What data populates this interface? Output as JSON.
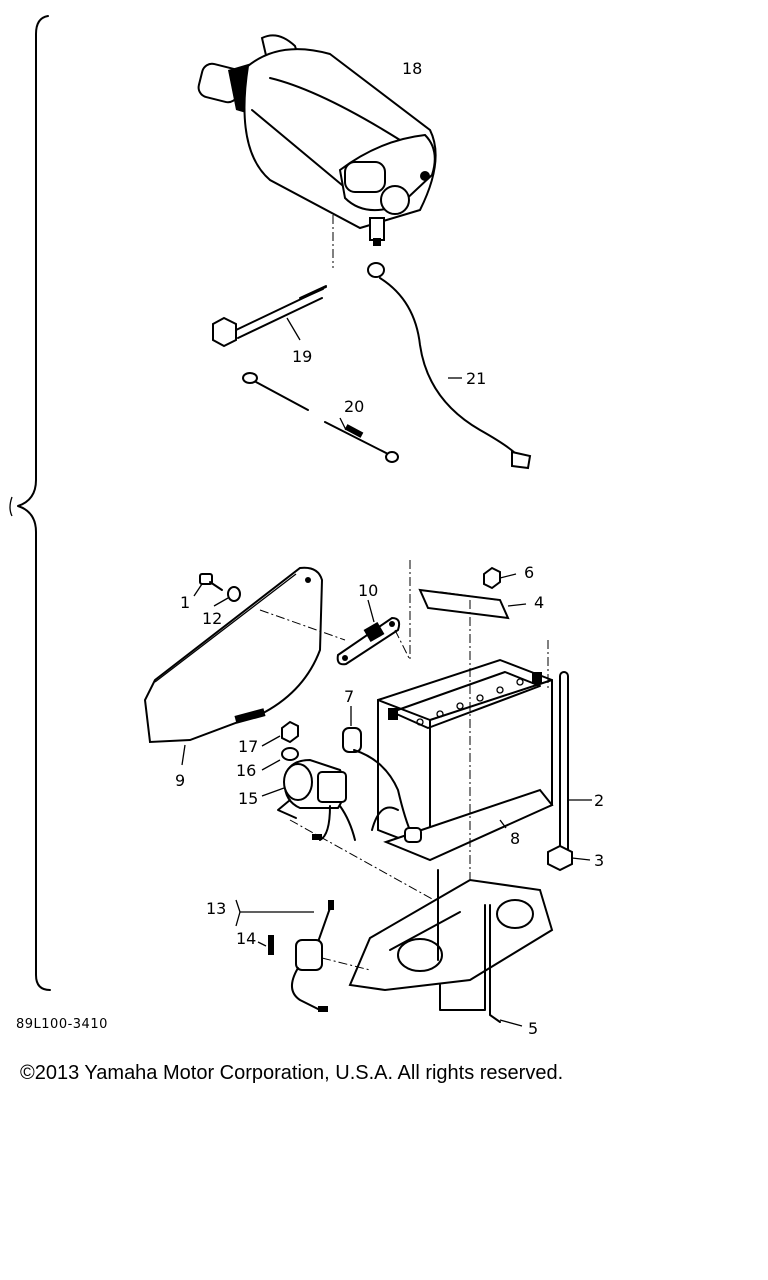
{
  "diagram": {
    "part_labels": [
      "18",
      "19",
      "20",
      "21",
      "1",
      "12",
      "10",
      "6",
      "4",
      "7",
      "2",
      "17",
      "16",
      "15",
      "9",
      "8",
      "3",
      "13",
      "14",
      "5"
    ]
  },
  "footer": {
    "drawing_code": "89L100-3410",
    "copyright": "©2013 Yamaha Motor Corporation, U.S.A. All rights reserved."
  }
}
